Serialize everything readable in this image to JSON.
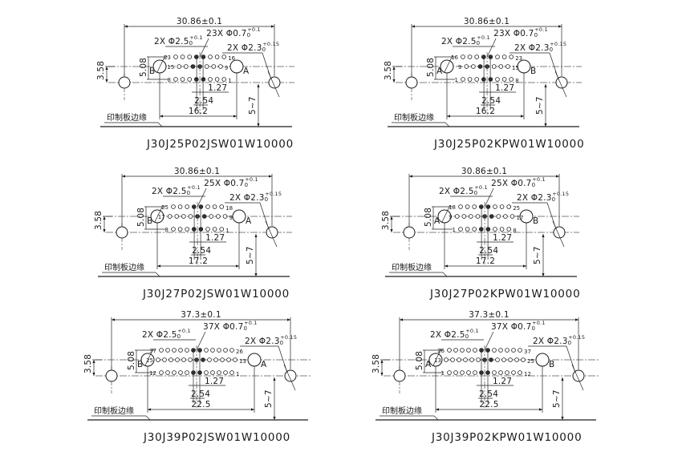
{
  "common": {
    "pcb_edge_label": "印制板边缘",
    "spacing_label": "5~7",
    "height_outer": "3.58",
    "height_rows": "5.08",
    "pitch_half": "1.27",
    "pitch": "2.54",
    "guide_hole_label": "2X Φ2.5",
    "guide_hole_tol_upper": "+0.1",
    "guide_hole_tol_lower": "0",
    "mount_hole_label": "2X Φ2.3",
    "mount_hole_tol_upper": "+0.15",
    "mount_hole_tol_lower": "0",
    "pin_tol_upper": "+0.1",
    "pin_tol_lower": "0"
  },
  "drawings": [
    {
      "part_number": "J30J25P02JSW01W10000",
      "overall_width": "30.86±0.1",
      "pin_callout": "23X Φ0.7",
      "guide_span": "16.2",
      "left_key": "B",
      "right_key": "A",
      "rows": [
        {
          "count": 8,
          "left_label": "23",
          "right_label": "16"
        },
        {
          "count": 7,
          "left_label": "15",
          "right_label": "9"
        },
        {
          "count": 8,
          "left_label": "8",
          "right_label": "1"
        }
      ]
    },
    {
      "part_number": "J30J25P02KPW01W10000",
      "overall_width": "30.86±0.1",
      "pin_callout": "23X Φ0.7",
      "guide_span": "16.2",
      "left_key": "A",
      "right_key": "B",
      "rows": [
        {
          "count": 8,
          "left_label": "16",
          "right_label": "23"
        },
        {
          "count": 7,
          "left_label": "9",
          "right_label": "15"
        },
        {
          "count": 8,
          "left_label": "1",
          "right_label": "8"
        }
      ]
    },
    {
      "part_number": "J30J27P02JSW01W10000",
      "overall_width": "30.86±0.1",
      "pin_callout": "25X Φ0.7",
      "guide_span": "17.2",
      "left_key": "B",
      "right_key": "A",
      "rows": [
        {
          "count": 8,
          "left_label": "25",
          "right_label": "18"
        },
        {
          "count": 9,
          "left_label": "17",
          "right_label": "9"
        },
        {
          "count": 8,
          "left_label": "8",
          "right_label": "1"
        }
      ]
    },
    {
      "part_number": "J30J27P02KPW01W10000",
      "overall_width": "30.86±0.1",
      "pin_callout": "25X Φ0.7",
      "guide_span": "17.2",
      "left_key": "A",
      "right_key": "B",
      "rows": [
        {
          "count": 8,
          "left_label": "18",
          "right_label": "25"
        },
        {
          "count": 9,
          "left_label": "9",
          "right_label": "17"
        },
        {
          "count": 8,
          "left_label": "1",
          "right_label": "8"
        }
      ]
    },
    {
      "part_number": "J30J39P02JSW01W10000",
      "overall_width": "37.3±0.1",
      "pin_callout": "37X Φ0.7",
      "guide_span": "22.5",
      "left_key": "B",
      "right_key": "A",
      "rows": [
        {
          "count": 12,
          "left_label": "37",
          "right_label": "26"
        },
        {
          "count": 13,
          "left_label": "25",
          "right_label": "13"
        },
        {
          "count": 12,
          "left_label": "12",
          "right_label": "1"
        }
      ]
    },
    {
      "part_number": "J30J39P02KPW01W10000",
      "overall_width": "37.3±0.1",
      "pin_callout": "37X Φ0.7",
      "guide_span": "22.5",
      "left_key": "A",
      "right_key": "B",
      "rows": [
        {
          "count": 12,
          "left_label": "26",
          "right_label": "37"
        },
        {
          "count": 13,
          "left_label": "13",
          "right_label": "25"
        },
        {
          "count": 12,
          "left_label": "1",
          "right_label": "12"
        }
      ]
    }
  ]
}
